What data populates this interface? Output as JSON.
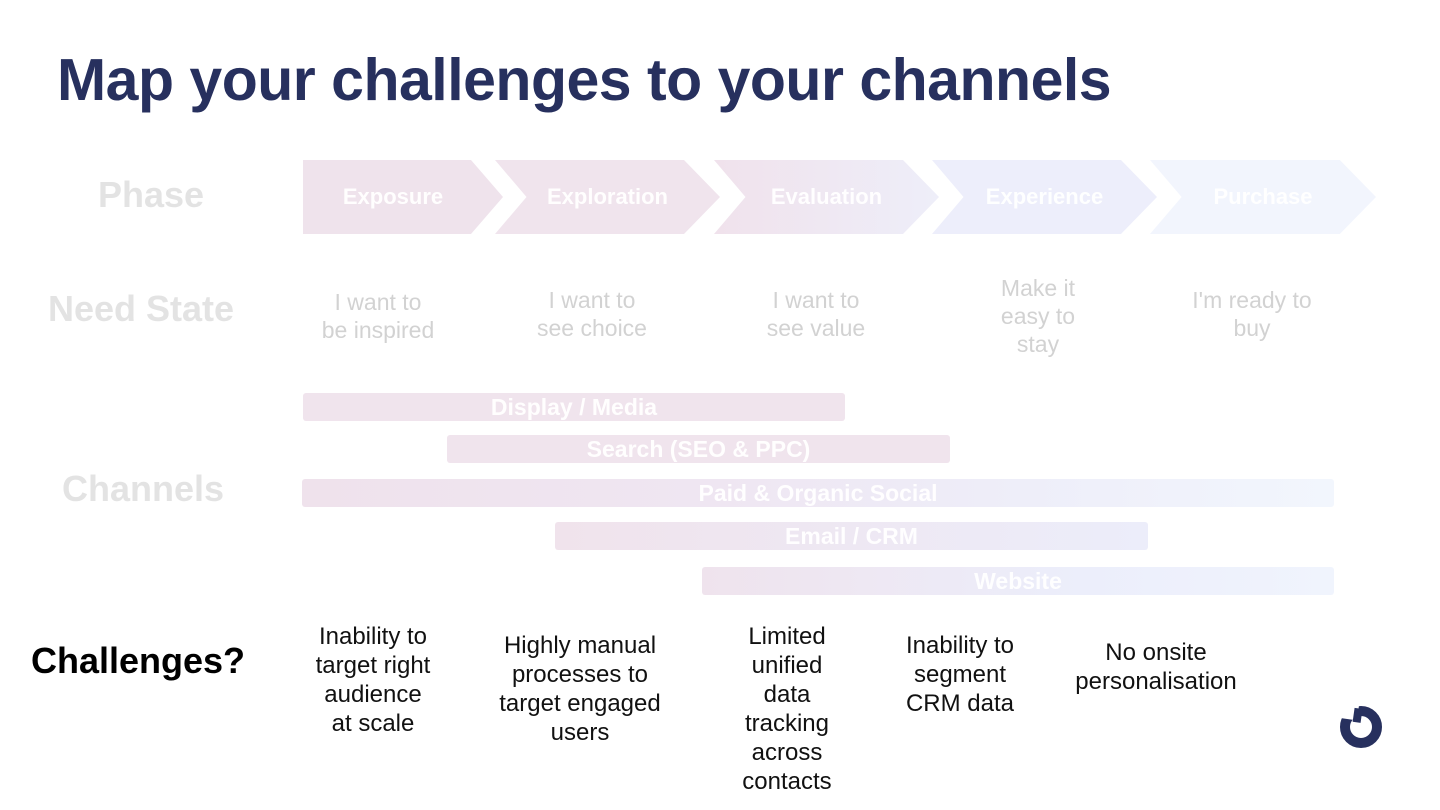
{
  "title": "Map your challenges to your channels",
  "row_labels": {
    "phase": "Phase",
    "need_state": "Need State",
    "channels": "Channels",
    "challenges": "Challenges?"
  },
  "phases": [
    "Exposure",
    "Exploration",
    "Evaluation",
    "Experience",
    "Purchase"
  ],
  "need_states": [
    [
      "I want to",
      "be inspired"
    ],
    [
      "I want to",
      "see choice"
    ],
    [
      "I want to",
      "see value"
    ],
    [
      "Make it",
      "easy to",
      "stay"
    ],
    [
      "I'm ready to",
      "buy"
    ]
  ],
  "channels": [
    "Display / Media",
    "Search (SEO & PPC)",
    "Paid & Organic Social",
    "Email / CRM",
    "Website"
  ],
  "challenges": [
    [
      "Inability to",
      "target right",
      "audience",
      "at scale"
    ],
    [
      "Highly manual",
      "processes to",
      "target engaged",
      "users"
    ],
    [
      "Limited",
      "unified",
      "data",
      "tracking",
      "across",
      "contacts"
    ],
    [
      "Inability to",
      "segment",
      "CRM data"
    ],
    [
      "No onsite",
      "personalisation"
    ]
  ],
  "colors": {
    "title": "#27305e",
    "faded_label": "#e3e3e3",
    "pink_tint": "#efe3ec",
    "blue_tint": "#eef2fc",
    "logo": "#27305e"
  },
  "logo_icon": "ring-logo-icon"
}
